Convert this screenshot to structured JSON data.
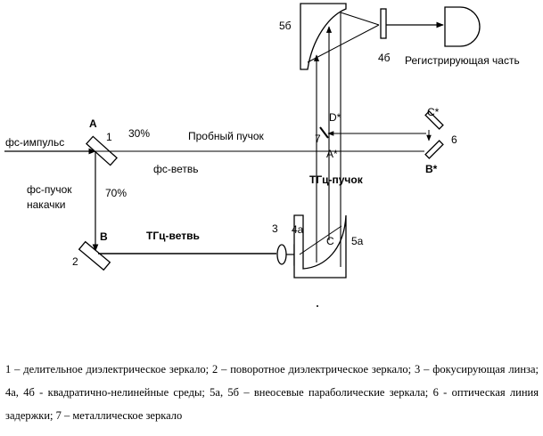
{
  "labels": {
    "A": "A",
    "n1": "1",
    "fs_impulse": "фс-импульс",
    "p30": "30%",
    "probe_beam": "Пробный пучок",
    "fs_branch": "фс-ветвь",
    "fs_pump_1": "фс-пучок",
    "fs_pump_2": "накачки",
    "p70": "70%",
    "B": "B",
    "n2": "2",
    "thz_branch": "ТГц-ветвь",
    "n3": "3",
    "n4a": "4а",
    "n5a": "5а",
    "C": "C",
    "thz_beam": "ТГц-пучок",
    "A_star": "A*",
    "n7": "7",
    "D_star": "D*",
    "C_star": "C*",
    "B_star": "B*",
    "n6": "6",
    "n5b": "5б",
    "n4b": "4б",
    "registering": "Регистрирующая часть"
  },
  "caption": "1 – делительное диэлектрическое зеркало; 2 – поворотное диэлектрическое зеркало; 3 – фокусирующая линза; 4а, 4б - квадратично-нелинейные среды; 5а, 5б – внеосевые параболические зеркала; 6 - оптическая линия задержки; 7 – металлическое зеркало"
}
